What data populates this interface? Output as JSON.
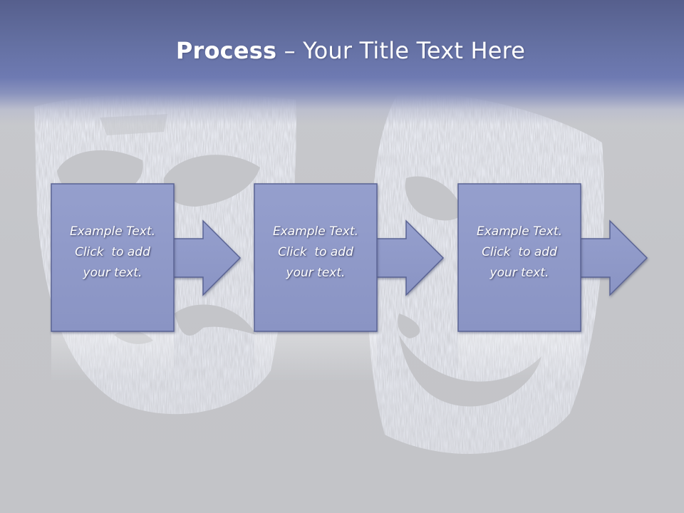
{
  "title": {
    "bold": "Process",
    "dash": " – ",
    "rest": "Your Title Text Here"
  },
  "steps": [
    {
      "lines": [
        "Example Text.",
        "Click  to add",
        "your text."
      ]
    },
    {
      "lines": [
        "Example Text.",
        "Click  to add",
        "your text."
      ]
    },
    {
      "lines": [
        "Example Text.",
        "Click  to add",
        "your text."
      ]
    }
  ],
  "colors": {
    "title_band": "#6e7ab2",
    "box_fill": "#8e98c8",
    "box_stroke": "#5a6494",
    "background": "#c6c7cb"
  },
  "icons": [
    "theater-masks-image",
    "arrow-right-icon"
  ]
}
